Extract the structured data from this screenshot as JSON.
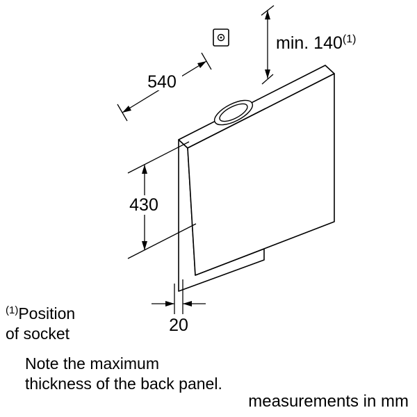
{
  "dimensions": {
    "width": "540",
    "height": "430",
    "thickness": "20",
    "min_clearance": {
      "label": "min. 140",
      "superscript": "(1)"
    }
  },
  "footnote": {
    "marker": "(1)",
    "line1": "Position",
    "line2": "of socket"
  },
  "note": {
    "line1": "Note the maximum",
    "line2": "thickness of the back panel."
  },
  "caption": "measurements in mm",
  "colors": {
    "line": "#000000",
    "background": "#ffffff"
  }
}
